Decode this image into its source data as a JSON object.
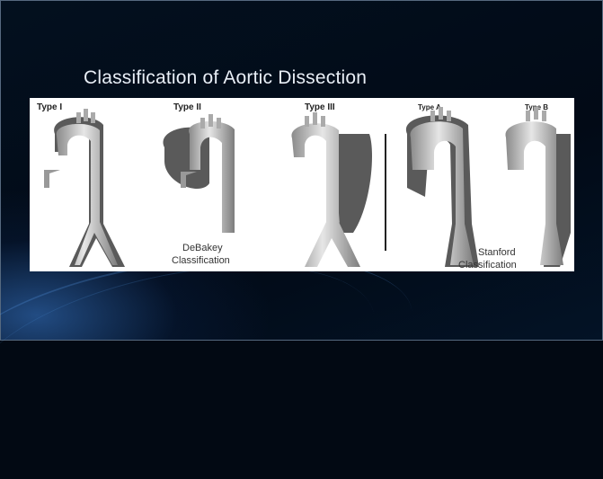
{
  "slide": {
    "title": "Classification of Aortic Dissection"
  },
  "figure": {
    "type_labels": [
      "Type I",
      "Type II",
      "Type III",
      "Type A",
      "Type B"
    ],
    "debakey_caption": [
      "DeBakey",
      "Classification"
    ],
    "stanford_caption": [
      "Stanford",
      "Classification"
    ]
  },
  "colors": {
    "background": "#020913",
    "title": "#e8eef6",
    "aorta": "#bdbdbd",
    "false_lumen": "#5a5a5a"
  }
}
